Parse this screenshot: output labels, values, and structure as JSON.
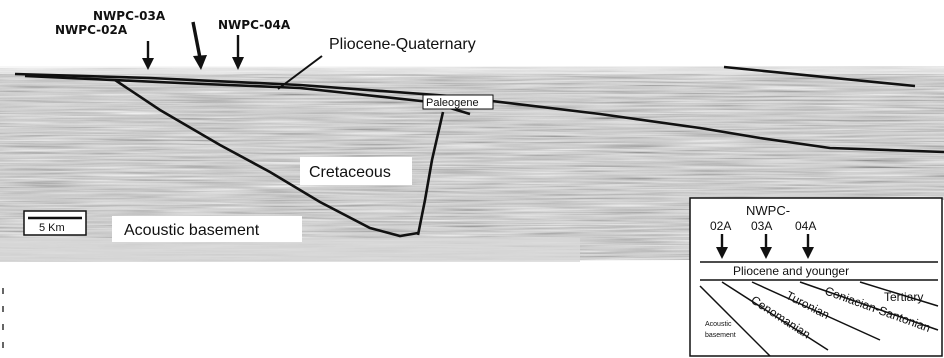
{
  "profile": {
    "wells": {
      "w02": "NWPC-02A",
      "w03": "NWPC-03A",
      "w04": "NWPC-04A"
    },
    "units": {
      "pliocene_quaternary": "Pliocene-Quaternary",
      "paleogene": "Paleogene",
      "cretaceous": "Cretaceous",
      "acoustic_basement": "Acoustic basement"
    },
    "scale_bar": "5 Km"
  },
  "inset": {
    "prefix": "NWPC-",
    "wells": [
      "02A",
      "03A",
      "04A"
    ],
    "units": {
      "pliocene": "Pliocene and younger",
      "tertiary": "Tertiary",
      "coniacian": "Coniacian-Santonian",
      "turonian": "Turonian",
      "cenomanian": "Cenomanian",
      "basement_line1": "Acoustic",
      "basement_line2": "basement"
    }
  },
  "colors": {
    "seismic_light": "#d6d6d6",
    "seismic_dark": "#555555",
    "ink": "#111111"
  }
}
